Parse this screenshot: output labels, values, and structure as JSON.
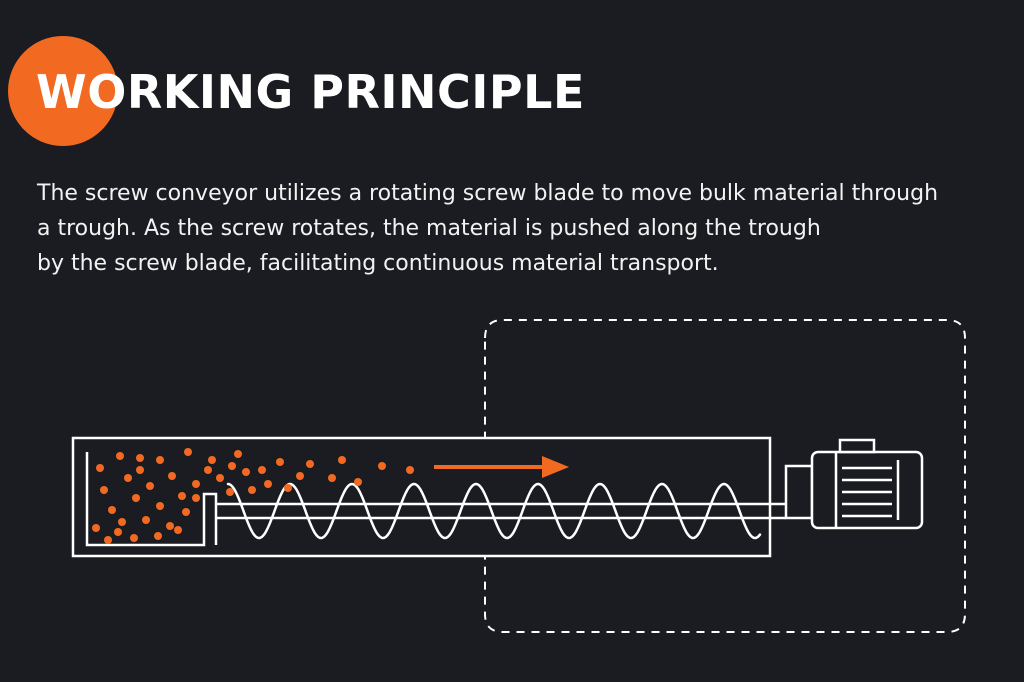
{
  "header": {
    "title": "WORKING PRINCIPLE"
  },
  "description": {
    "lines": [
      "The screw conveyor utilizes a rotating screw blade to move bulk material through",
      "a trough. As the screw rotates, the material is pushed along the trough",
      "by the screw blade, facilitating continuous material transport."
    ]
  },
  "colors": {
    "background": "#1b1c21",
    "accent": "#f26a21",
    "line": "#ffffff",
    "text": "#f2f2f2"
  },
  "diagram": {
    "components": [
      "trough",
      "inlet-hopper",
      "screw-shaft",
      "screw-blade",
      "material-particles",
      "flow-arrow",
      "motor",
      "dashed-outline"
    ],
    "flow_direction": "right"
  }
}
